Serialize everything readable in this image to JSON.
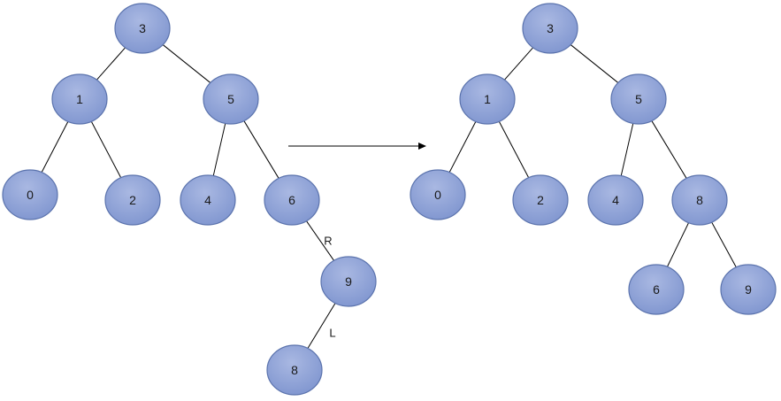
{
  "colors": {
    "node_fill_top": "#a9b8e2",
    "node_fill_bottom": "#7f95cf",
    "node_stroke": "#5b73ad",
    "edge": "#000000"
  },
  "before_tree": {
    "nodes": {
      "b3": "3",
      "b1": "1",
      "b5": "5",
      "b0": "0",
      "b2": "2",
      "b4": "4",
      "b6": "6",
      "b9": "9",
      "b8": "8"
    },
    "edges": [
      [
        "b3",
        "b1"
      ],
      [
        "b3",
        "b5"
      ],
      [
        "b1",
        "b0"
      ],
      [
        "b1",
        "b2"
      ],
      [
        "b5",
        "b4"
      ],
      [
        "b5",
        "b6"
      ],
      [
        "b6",
        "b9"
      ],
      [
        "b9",
        "b8"
      ]
    ],
    "edge_labels": {
      "r_label": "R",
      "l_label": "L"
    }
  },
  "after_tree": {
    "nodes": {
      "a3": "3",
      "a1": "1",
      "a5": "5",
      "a0": "0",
      "a2": "2",
      "a4": "4",
      "a8": "8",
      "a6": "6",
      "a9": "9"
    },
    "edges": [
      [
        "a3",
        "a1"
      ],
      [
        "a3",
        "a5"
      ],
      [
        "a1",
        "a0"
      ],
      [
        "a1",
        "a2"
      ],
      [
        "a5",
        "a4"
      ],
      [
        "a5",
        "a8"
      ],
      [
        "a8",
        "a6"
      ],
      [
        "a8",
        "a9"
      ]
    ]
  },
  "transition_arrow": "right-arrow"
}
